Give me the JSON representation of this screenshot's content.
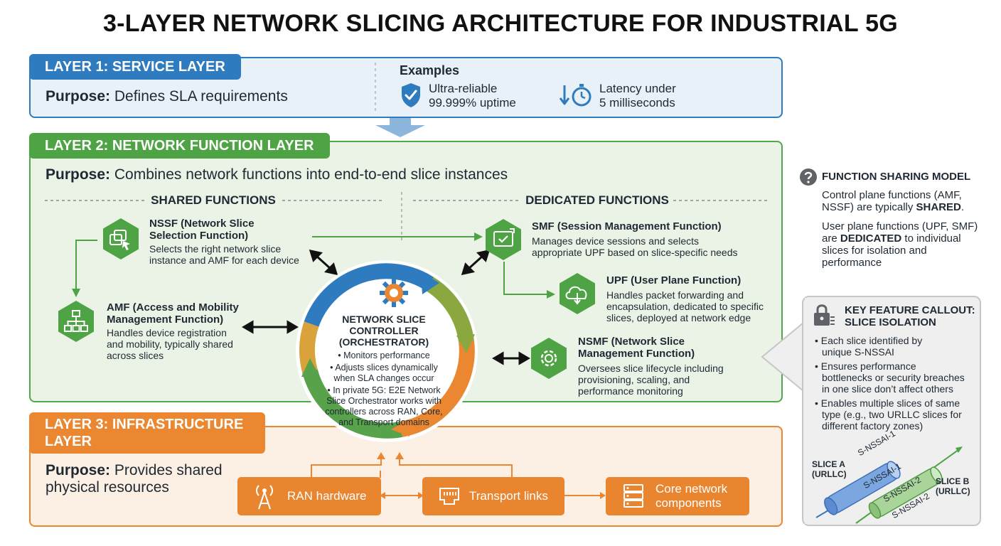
{
  "title": "3-LAYER NETWORK SLICING ARCHITECTURE FOR INDUSTRIAL 5G",
  "layer1": {
    "tab": "LAYER 1: SERVICE LAYER",
    "purpose_label": "Purpose:",
    "purpose_text": "Defines SLA requirements",
    "examples_title": "Examples",
    "example1": {
      "line1": "Ultra-reliable",
      "line2": "99.999% uptime",
      "icon": "shield-check-icon"
    },
    "example2": {
      "line1": "Latency under",
      "line2": "5 milliseconds",
      "icon": "stopwatch-icon"
    }
  },
  "layer2": {
    "tab": "LAYER 2: NETWORK FUNCTION LAYER",
    "purpose_label": "Purpose:",
    "purpose_text": "Combines network functions into end-to-end slice instances",
    "shared_heading": "SHARED FUNCTIONS",
    "dedicated_heading": "DEDICATED FUNCTIONS",
    "nssf": {
      "title1": "NSSF (Network Slice",
      "title2": "Selection Function)",
      "desc1": "Selects the right network slice",
      "desc2": "instance and AMF for each device"
    },
    "amf": {
      "title1": "AMF (Access and Mobility",
      "title2": "Management Function)",
      "desc1": "Handles device registration",
      "desc2": "and mobility, typically shared",
      "desc3": "across slices"
    },
    "smf": {
      "title1": "SMF (Session Management Function)",
      "desc1": "Manages device sessions and selects",
      "desc2": "appropriate UPF based on slice-specific needs"
    },
    "upf": {
      "title1": "UPF (User Plane Function)",
      "desc1": "Handles packet forwarding and",
      "desc2": "encapsulation, dedicated to specific",
      "desc3": "slices, deployed at network edge"
    },
    "nsmf": {
      "title1": "NSMF (Network Slice",
      "title2": "Management Function)",
      "desc1": "Oversees slice lifecycle including",
      "desc2": "provisioning, scaling, and",
      "desc3": "performance monitoring"
    }
  },
  "controller": {
    "title1": "NETWORK SLICE CONTROLLER",
    "title2": "(ORCHESTRATOR)",
    "b1": "• Monitors performance",
    "b2a": "• Adjusts slices dynamically",
    "b2b": "when SLA changes occur",
    "b3a": "• In private 5G: E2E Network",
    "b3b": "Slice Orchestrator works with",
    "b3c": "controllers across RAN, Core,",
    "b3d": "and Transport domains"
  },
  "layer3": {
    "tab1": "LAYER 3: INFRASTRUCTURE",
    "tab2": "LAYER",
    "purpose_label": "Purpose:",
    "purpose_text1": "Provides shared",
    "purpose_text2": "physical resources",
    "ran": "RAN hardware",
    "transport": "Transport links",
    "core1": "Core network",
    "core2": "components"
  },
  "sharing_model": {
    "title": "FUNCTION SHARING MODEL",
    "p1a": "Control plane functions (AMF,",
    "p1b": "NSSF) are typically",
    "p1c": "SHARED",
    "p1d": ".",
    "p2a": "User plane functions (UPF, SMF)",
    "p2b": "are",
    "p2c": "DEDICATED",
    "p2d": "to individual",
    "p2e": "slices for isolation and",
    "p2f": "performance"
  },
  "callout": {
    "title1": "KEY FEATURE CALLOUT:",
    "title2": "SLICE ISOLATION",
    "i1a": "• Each slice identified by",
    "i1b": "unique S-NSSAI",
    "i2a": "• Ensures performance",
    "i2b": "bottlenecks or security breaches",
    "i2c": "in one slice don’t affect others",
    "i3a": "• Enables multiple slices of same",
    "i3b": "type (e.g., two URLLC slices for",
    "i3c": "different factory zones)",
    "sliceA1": "SLICE A",
    "sliceA2": "(URLLC)",
    "sliceB1": "SLICE B",
    "sliceB2": "(URLLC)",
    "tubeA_top": "S-NSSAI-1",
    "tubeA_on": "S-NSSAI-1",
    "tubeB_on": "S-NSSAI-2",
    "tubeB_bottom": "S-NSSAI-2"
  },
  "colors": {
    "blue": "#2e7bbf",
    "green": "#4ea344",
    "orange": "#ea8730",
    "dark": "#1f2933"
  }
}
